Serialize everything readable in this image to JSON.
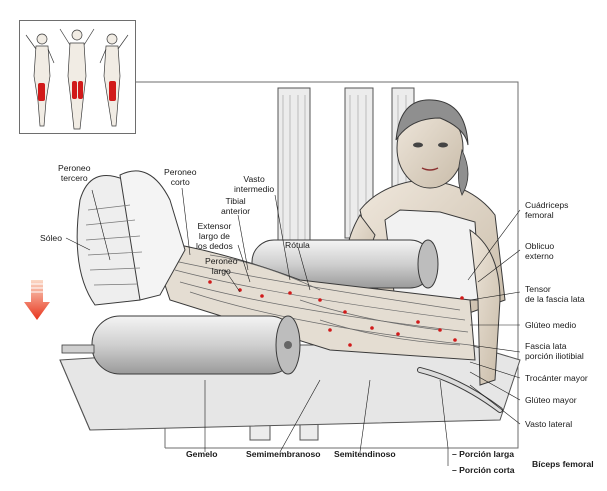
{
  "colors": {
    "muscle_highlight": "#d11a1a",
    "arrow_top": "#fbd9c6",
    "arrow_bottom": "#e8341c",
    "frame": "#6e6e6e",
    "ink": "#2a2a2a",
    "pad": "#d8d8d8"
  },
  "labels_left": {
    "peroneo_tercero": [
      "Peroneo",
      "tercero"
    ],
    "peroneo_corto": [
      "Peroneo",
      "corto"
    ],
    "soleo": "Sóleo",
    "tibial_anterior": [
      "Tibial",
      "anterior"
    ],
    "extensor_largo": [
      "Extensor",
      "largo de",
      "los dedos"
    ],
    "peroneo_largo": [
      "Peroneo",
      "largo"
    ],
    "vasto_intermedio": [
      "Vasto",
      "intermedio"
    ],
    "rotula": "Rótula"
  },
  "labels_right": {
    "cuadriceps": [
      "Cuádriceps",
      "femoral"
    ],
    "oblicuo": [
      "Oblicuo",
      "externo"
    ],
    "tensor": [
      "Tensor",
      "de la fascia lata"
    ],
    "gluteo_medio": "Glúteo medio",
    "fascia_lata": [
      "Fascia lata",
      "porción iliotibial"
    ],
    "trocanter": "Trocánter mayor",
    "gluteo_mayor": "Glúteo mayor",
    "vasto_lateral": "Vasto lateral"
  },
  "labels_bottom": {
    "gemelo": "Gemelo",
    "semimembranoso": "Semimembranoso",
    "semitendinoso": "Semitendinoso",
    "porcion_larga": "– Porción larga",
    "porcion_corta": "– Porción corta",
    "biceps_femoral": "Bíceps femoral"
  },
  "icons": {
    "arrow": "down-arrow-icon",
    "thumbnail": "muscle-map-figures"
  }
}
